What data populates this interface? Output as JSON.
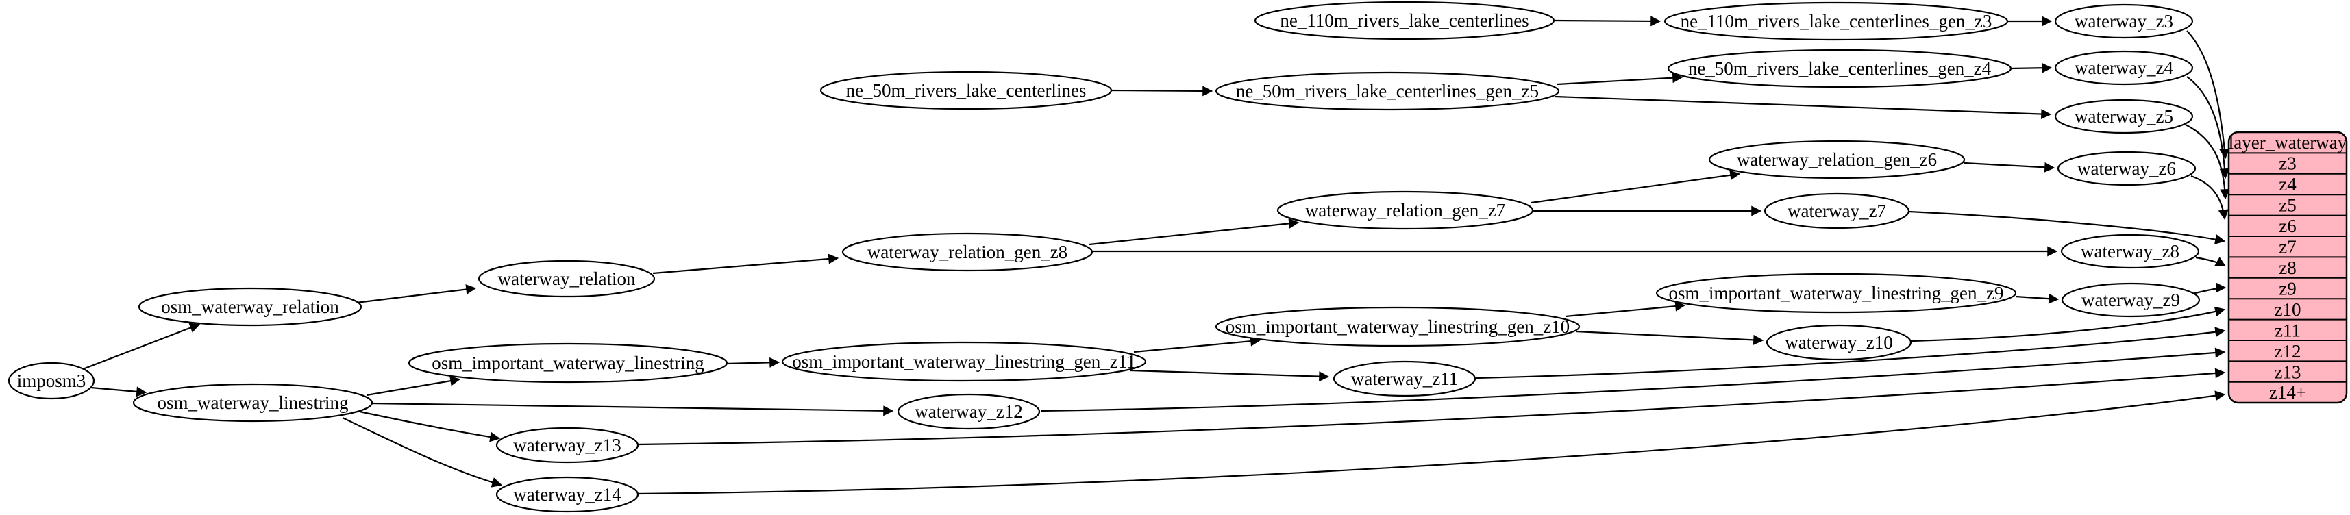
{
  "diagram": {
    "type": "dependency-graph",
    "background": "#ffffff",
    "node_fill": "#ffffff",
    "node_stroke": "#000000",
    "nodes": [
      {
        "id": "imposm3",
        "label": "imposm3"
      },
      {
        "id": "osm_waterway_relation",
        "label": "osm_waterway_relation"
      },
      {
        "id": "osm_waterway_linestring",
        "label": "osm_waterway_linestring"
      },
      {
        "id": "waterway_relation",
        "label": "waterway_relation"
      },
      {
        "id": "osm_important_waterway_linestring",
        "label": "osm_important_waterway_linestring"
      },
      {
        "id": "waterway_z13",
        "label": "waterway_z13"
      },
      {
        "id": "waterway_z14",
        "label": "waterway_z14"
      },
      {
        "id": "ne_50m_rivers_lake_centerlines",
        "label": "ne_50m_rivers_lake_centerlines"
      },
      {
        "id": "waterway_relation_gen_z8",
        "label": "waterway_relation_gen_z8"
      },
      {
        "id": "osm_important_waterway_linestring_gen_z11",
        "label": "osm_important_waterway_linestring_gen_z11"
      },
      {
        "id": "waterway_z12",
        "label": "waterway_z12"
      },
      {
        "id": "ne_110m_rivers_lake_centerlines",
        "label": "ne_110m_rivers_lake_centerlines"
      },
      {
        "id": "ne_50m_rivers_lake_centerlines_gen_z5",
        "label": "ne_50m_rivers_lake_centerlines_gen_z5"
      },
      {
        "id": "waterway_relation_gen_z7",
        "label": "waterway_relation_gen_z7"
      },
      {
        "id": "osm_important_waterway_linestring_gen_z10",
        "label": "osm_important_waterway_linestring_gen_z10"
      },
      {
        "id": "waterway_z11",
        "label": "waterway_z11"
      },
      {
        "id": "ne_110m_rivers_lake_centerlines_gen_z3",
        "label": "ne_110m_rivers_lake_centerlines_gen_z3"
      },
      {
        "id": "ne_50m_rivers_lake_centerlines_gen_z4",
        "label": "ne_50m_rivers_lake_centerlines_gen_z4"
      },
      {
        "id": "waterway_relation_gen_z6",
        "label": "waterway_relation_gen_z6"
      },
      {
        "id": "waterway_z7",
        "label": "waterway_z7"
      },
      {
        "id": "osm_important_waterway_linestring_gen_z9",
        "label": "osm_important_waterway_linestring_gen_z9"
      },
      {
        "id": "waterway_z10",
        "label": "waterway_z10"
      },
      {
        "id": "waterway_z3",
        "label": "waterway_z3"
      },
      {
        "id": "waterway_z4",
        "label": "waterway_z4"
      },
      {
        "id": "waterway_z5",
        "label": "waterway_z5"
      },
      {
        "id": "waterway_z6",
        "label": "waterway_z6"
      },
      {
        "id": "waterway_z8",
        "label": "waterway_z8"
      },
      {
        "id": "waterway_z9",
        "label": "waterway_z9"
      }
    ],
    "edges": [
      [
        "imposm3",
        "osm_waterway_relation"
      ],
      [
        "imposm3",
        "osm_waterway_linestring"
      ],
      [
        "osm_waterway_relation",
        "waterway_relation"
      ],
      [
        "waterway_relation",
        "waterway_relation_gen_z8"
      ],
      [
        "waterway_relation_gen_z8",
        "waterway_relation_gen_z7"
      ],
      [
        "waterway_relation_gen_z8",
        "waterway_z8"
      ],
      [
        "waterway_relation_gen_z7",
        "waterway_relation_gen_z6"
      ],
      [
        "waterway_relation_gen_z7",
        "waterway_z7"
      ],
      [
        "waterway_relation_gen_z6",
        "waterway_z6"
      ],
      [
        "osm_waterway_linestring",
        "osm_important_waterway_linestring"
      ],
      [
        "osm_waterway_linestring",
        "waterway_z12"
      ],
      [
        "osm_waterway_linestring",
        "waterway_z13"
      ],
      [
        "osm_waterway_linestring",
        "waterway_z14"
      ],
      [
        "osm_important_waterway_linestring",
        "osm_important_waterway_linestring_gen_z11"
      ],
      [
        "osm_important_waterway_linestring_gen_z11",
        "osm_important_waterway_linestring_gen_z10"
      ],
      [
        "osm_important_waterway_linestring_gen_z11",
        "waterway_z11"
      ],
      [
        "osm_important_waterway_linestring_gen_z10",
        "osm_important_waterway_linestring_gen_z9"
      ],
      [
        "osm_important_waterway_linestring_gen_z10",
        "waterway_z10"
      ],
      [
        "osm_important_waterway_linestring_gen_z9",
        "waterway_z9"
      ],
      [
        "ne_110m_rivers_lake_centerlines",
        "ne_110m_rivers_lake_centerlines_gen_z3"
      ],
      [
        "ne_110m_rivers_lake_centerlines_gen_z3",
        "waterway_z3"
      ],
      [
        "ne_50m_rivers_lake_centerlines",
        "ne_50m_rivers_lake_centerlines_gen_z5"
      ],
      [
        "ne_50m_rivers_lake_centerlines_gen_z5",
        "ne_50m_rivers_lake_centerlines_gen_z4"
      ],
      [
        "ne_50m_rivers_lake_centerlines_gen_z5",
        "waterway_z5"
      ],
      [
        "ne_50m_rivers_lake_centerlines_gen_z4",
        "waterway_z4"
      ],
      [
        "waterway_z3",
        "layer_waterway.z3"
      ],
      [
        "waterway_z4",
        "layer_waterway.z4"
      ],
      [
        "waterway_z5",
        "layer_waterway.z5"
      ],
      [
        "waterway_z6",
        "layer_waterway.z6"
      ],
      [
        "waterway_z7",
        "layer_waterway.z7"
      ],
      [
        "waterway_z8",
        "layer_waterway.z8"
      ],
      [
        "waterway_z9",
        "layer_waterway.z9"
      ],
      [
        "waterway_z10",
        "layer_waterway.z10"
      ],
      [
        "waterway_z11",
        "layer_waterway.z11"
      ],
      [
        "waterway_z12",
        "layer_waterway.z12"
      ],
      [
        "waterway_z13",
        "layer_waterway.z13"
      ],
      [
        "waterway_z14",
        "layer_waterway.z14+"
      ]
    ],
    "table": {
      "header": "layer_waterway",
      "rows": [
        "z3",
        "z4",
        "z5",
        "z6",
        "z7",
        "z8",
        "z9",
        "z10",
        "z11",
        "z12",
        "z13",
        "z14+"
      ],
      "fill": "#ffb6c1",
      "stroke": "#000000"
    }
  }
}
